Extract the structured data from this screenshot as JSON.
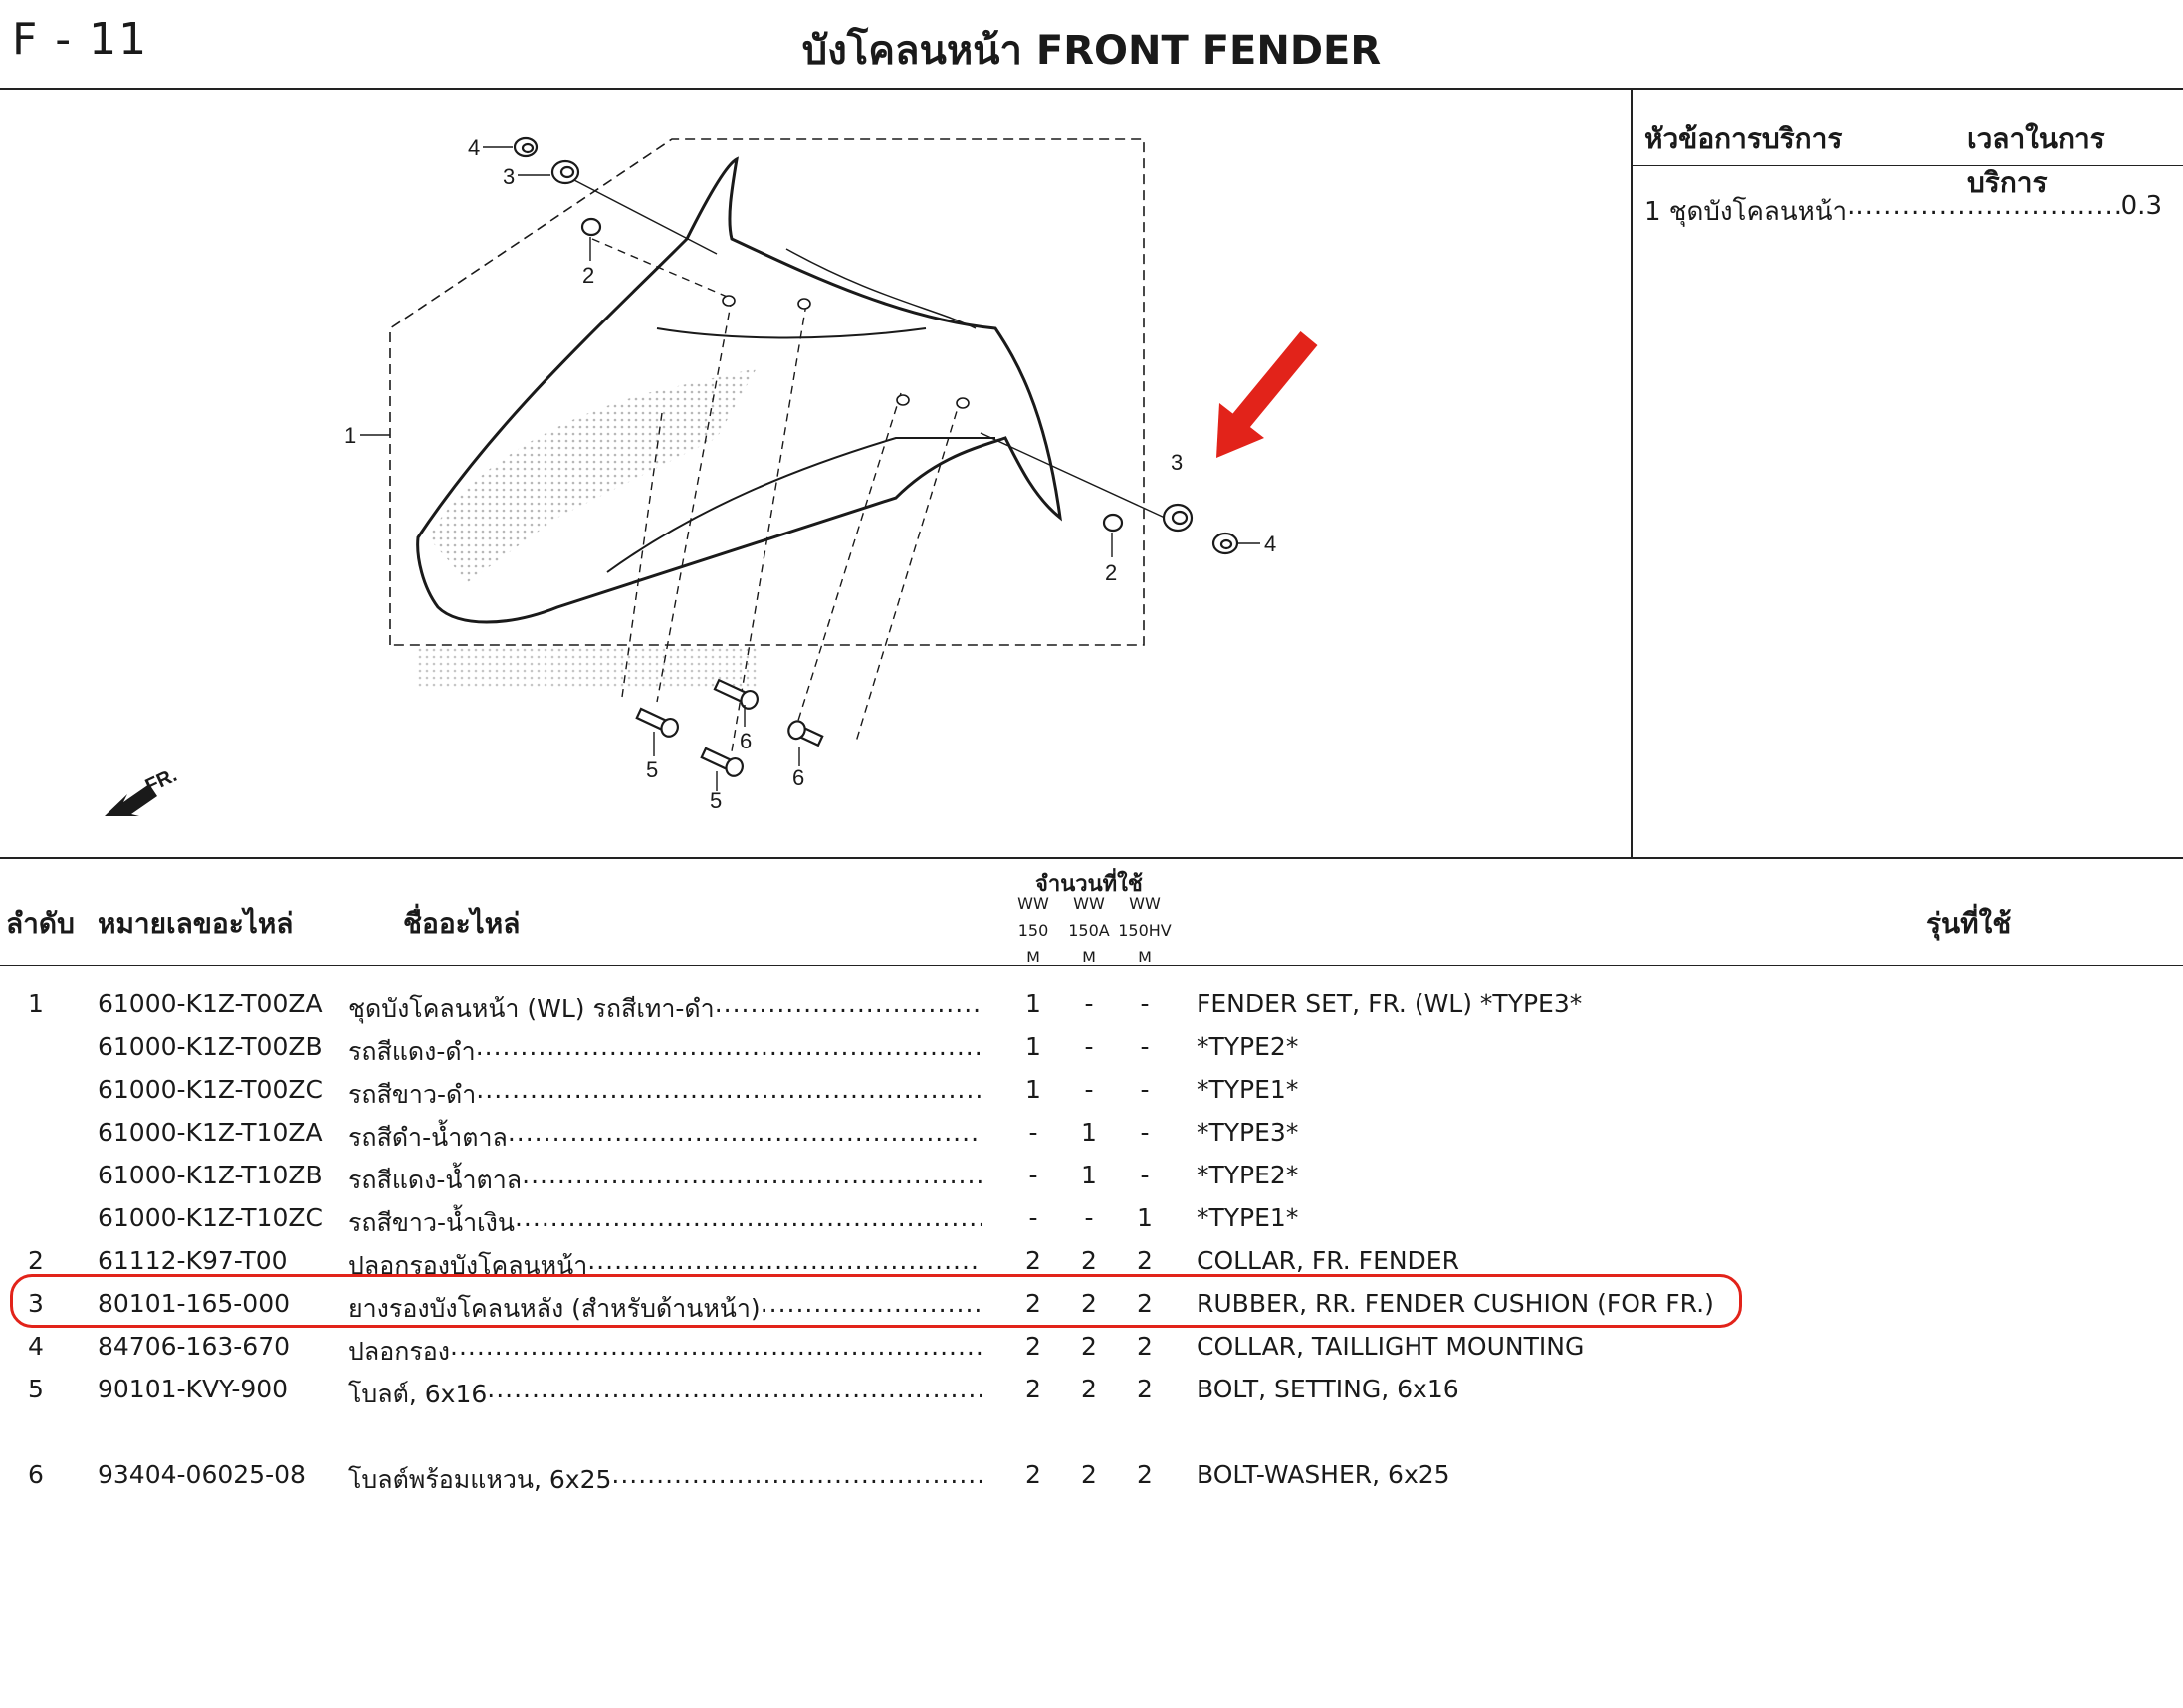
{
  "header": {
    "page_code": "F - 11",
    "title": "บังโคลนหน้า  FRONT FENDER"
  },
  "service_panel": {
    "heading_item": "หัวข้อการบริการ",
    "heading_time": "เวลาในการบริการ",
    "item_label": "1 ชุดบังโคลนหน้า",
    "item_time": "0.3"
  },
  "diagram": {
    "callouts": [
      "4",
      "3",
      "2",
      "1",
      "3",
      "2",
      "4",
      "5",
      "6",
      "5",
      "6"
    ],
    "direction_label": "FR.",
    "colors": {
      "arrow": "#e2231a",
      "line": "#1a1a1a",
      "stipple": "#b8b8b8"
    }
  },
  "table": {
    "headers": {
      "no": "ลำดับ",
      "part_no": "หมายเลขอะไหล่",
      "part_name": "ชื่ออะไหล่",
      "qty_title": "จำนวนที่ใช้",
      "models": [
        {
          "line1": "WW",
          "line2": "150",
          "line3": "M"
        },
        {
          "line1": "WW",
          "line2": "150A",
          "line3": "M"
        },
        {
          "line1": "WW",
          "line2": "150HV",
          "line3": "M"
        }
      ],
      "applicable": "รุ่นที่ใช้"
    },
    "rows": [
      {
        "no": "1",
        "part": "61000-K1Z-T00ZA",
        "name": "ชุดบังโคลนหน้า (WL) รถสีเทา-ดำ",
        "q1": "1",
        "q2": "-",
        "q3": "-",
        "desc": "FENDER SET, FR. (WL) *TYPE3*"
      },
      {
        "no": "",
        "part": "61000-K1Z-T00ZB",
        "name": "รถสีแดง-ดำ",
        "q1": "1",
        "q2": "-",
        "q3": "-",
        "desc": "*TYPE2*"
      },
      {
        "no": "",
        "part": "61000-K1Z-T00ZC",
        "name": "รถสีขาว-ดำ",
        "q1": "1",
        "q2": "-",
        "q3": "-",
        "desc": "*TYPE1*"
      },
      {
        "no": "",
        "part": "61000-K1Z-T10ZA",
        "name": "รถสีดำ-น้ำตาล",
        "q1": "-",
        "q2": "1",
        "q3": "-",
        "desc": "*TYPE3*"
      },
      {
        "no": "",
        "part": "61000-K1Z-T10ZB",
        "name": "รถสีแดง-น้ำตาล",
        "q1": "-",
        "q2": "1",
        "q3": "-",
        "desc": "*TYPE2*"
      },
      {
        "no": "",
        "part": "61000-K1Z-T10ZC",
        "name": "รถสีขาว-น้ำเงิน",
        "q1": "-",
        "q2": "-",
        "q3": "1",
        "desc": "*TYPE1*"
      },
      {
        "no": "2",
        "part": "61112-K97-T00",
        "name": "ปลอกรองบังโคลนหน้า",
        "q1": "2",
        "q2": "2",
        "q3": "2",
        "desc": "COLLAR, FR. FENDER"
      },
      {
        "no": "3",
        "part": "80101-165-000",
        "name": "ยางรองบังโคลนหลัง (สำหรับด้านหน้า)",
        "q1": "2",
        "q2": "2",
        "q3": "2",
        "desc": "RUBBER, RR. FENDER CUSHION  (FOR FR.)"
      },
      {
        "no": "4",
        "part": "84706-163-670",
        "name": "ปลอกรอง",
        "q1": "2",
        "q2": "2",
        "q3": "2",
        "desc": "COLLAR, TAILLIGHT MOUNTING"
      },
      {
        "no": "5",
        "part": "90101-KVY-900",
        "name": "โบลต์, 6x16",
        "q1": "2",
        "q2": "2",
        "q3": "2",
        "desc": "BOLT, SETTING, 6x16"
      },
      {
        "no": "6",
        "part": "93404-06025-08",
        "name": "โบลต์พร้อมแหวน, 6x25",
        "q1": "2",
        "q2": "2",
        "q3": "2",
        "desc": "BOLT-WASHER, 6x25"
      }
    ],
    "highlight_color": "#e2231a"
  }
}
